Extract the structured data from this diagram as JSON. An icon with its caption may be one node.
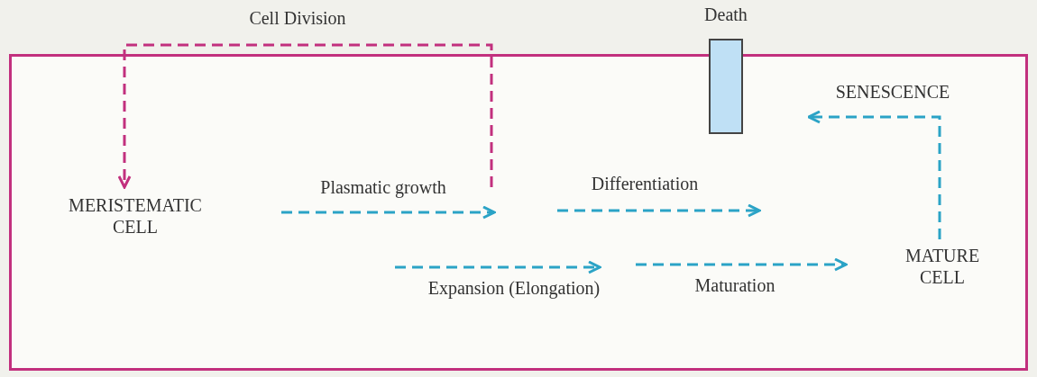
{
  "diagram": {
    "nodes": [
      {
        "text": [
          "MERISTEMATIC CELL"
        ]
      },
      {
        "text": [
          "MATURE CELL"
        ]
      },
      {
        "text": [
          "SENESCENCE"
        ]
      },
      {
        "text": [],
        "shape": "bar",
        "beside": [
          "Death"
        ]
      }
    ],
    "edges": [
      {
        "from": null,
        "to": 0,
        "arrow": "to",
        "label": "Cell Division",
        "style": "dashed",
        "color": "#c2307e"
      },
      {
        "from": null,
        "to": 1,
        "arrow": "to",
        "label": "Maturation",
        "style": "dashed"
      },
      {
        "from": 1,
        "to": 2,
        "arrow": "to",
        "style": "dashed"
      }
    ],
    "labels": [
      "Plasmatic growth",
      "Differentiation",
      "Expansion (Elongation)"
    ]
  }
}
